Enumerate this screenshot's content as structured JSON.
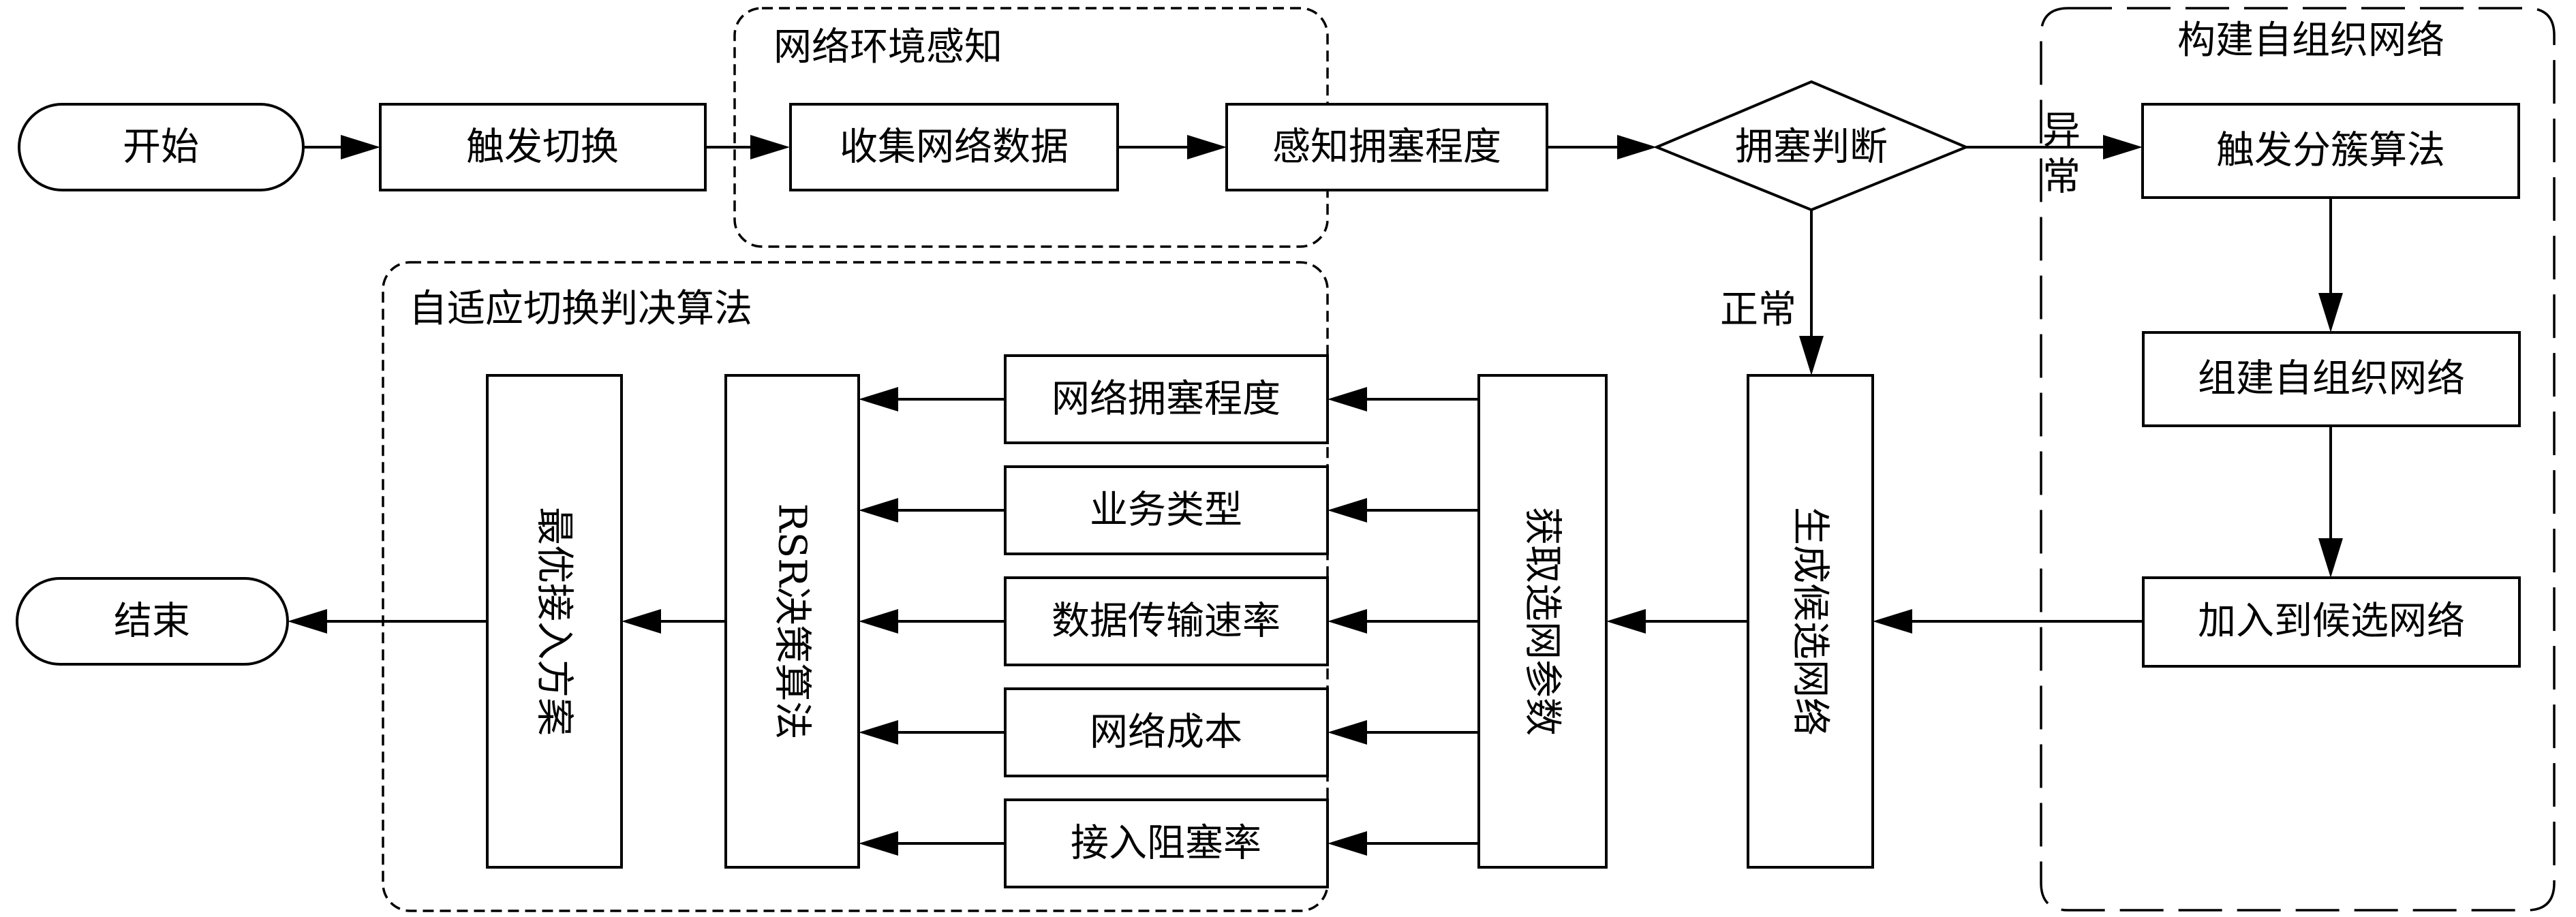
{
  "regions": {
    "perception": "网络环境感知",
    "adaptive": "自适应切换判决算法",
    "selforg": "构建自组织网络"
  },
  "nodes": {
    "start": "开始",
    "trigger_handover": "触发切换",
    "collect_data": "收集网络数据",
    "sense_congestion": "感知拥塞程度",
    "congestion_judge": "拥塞判断",
    "trigger_clustering": "触发分簇算法",
    "build_selforg": "组建自组织网络",
    "join_candidate": "加入到候选网络",
    "gen_candidate": "生成候选网络",
    "get_params": "获取选网参数",
    "param_congestion": "网络拥塞程度",
    "param_service": "业务类型",
    "param_rate": "数据传输速率",
    "param_cost": "网络成本",
    "param_blocking": "接入阻塞率",
    "rsr": "RSR决策算法",
    "best_access": "最优接入方案",
    "end": "结束"
  },
  "edge_labels": {
    "abnormal_1": "异",
    "abnormal_2": "常",
    "normal": "正常"
  },
  "colors": {
    "line": "#000000",
    "background": "#ffffff"
  }
}
